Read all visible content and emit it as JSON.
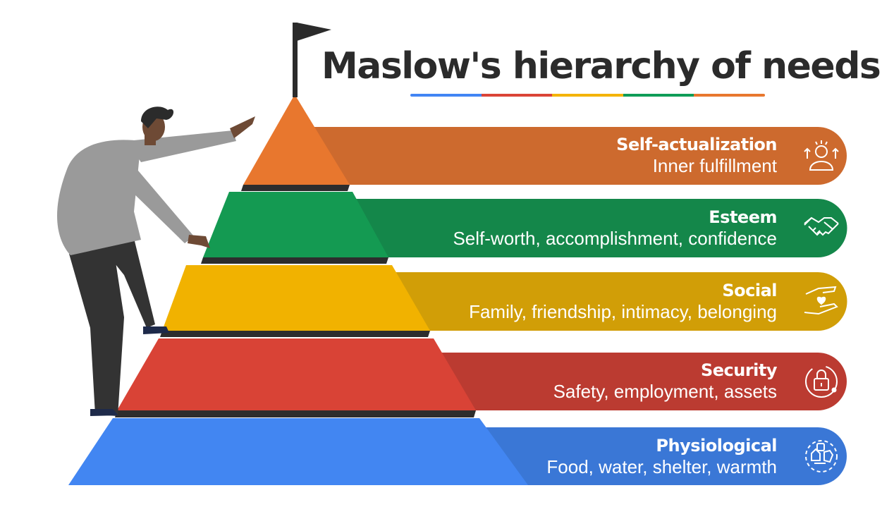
{
  "title": "Maslow's hierarchy of needs",
  "title_rule_colors": [
    "#4285f4",
    "#db4437",
    "#f4b400",
    "#0f9d58",
    "#e8772e"
  ],
  "levels": [
    {
      "name": "Self-actualization",
      "description": "Inner fulfillment",
      "icon": "person-growth-icon",
      "band_color": "#cd6a2e",
      "pyramid_color": "#e8772e"
    },
    {
      "name": "Esteem",
      "description": "Self-worth, accomplishment, confidence",
      "icon": "handshake-icon",
      "band_color": "#14874a",
      "pyramid_color": "#149a52"
    },
    {
      "name": "Social",
      "description": "Family, friendship, intimacy, belonging",
      "icon": "heart-hand-icon",
      "band_color": "#d19e07",
      "pyramid_color": "#f1b200"
    },
    {
      "name": "Security",
      "description": "Safety, employment, assets",
      "icon": "lock-icon",
      "band_color": "#bb3b31",
      "pyramid_color": "#d94336"
    },
    {
      "name": "Physiological",
      "description": "Food, water, shelter, warmth",
      "icon": "food-shelter-icon",
      "band_color": "#3a77d6",
      "pyramid_color": "#4286f2"
    }
  ]
}
